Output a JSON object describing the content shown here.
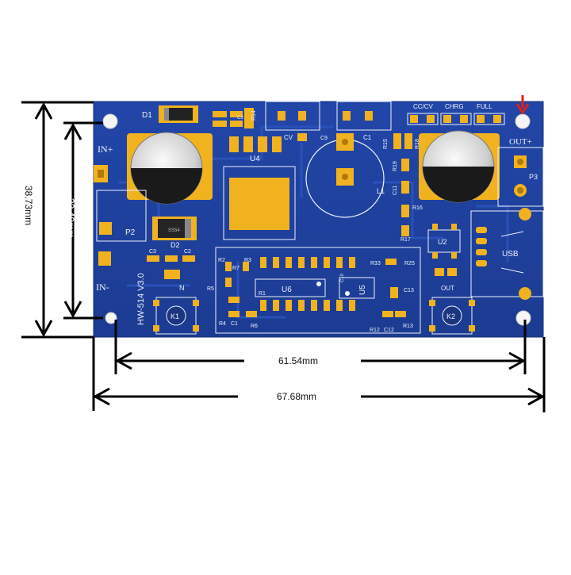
{
  "colors": {
    "board": "#1f3f9a",
    "board_edge": "#17307a",
    "trace": "#2c55c0",
    "pad": "#f0b21f",
    "silkscreen": "#eef2fa",
    "dimension_line": "#000000",
    "marker": "#e0201a"
  },
  "board": {
    "model": "HW-514 V3.0",
    "labels": {
      "in_plus": "IN+",
      "in_minus": "IN-",
      "out_plus": "OUT+",
      "usb": "USB",
      "cc_cv": "CC/CV",
      "chrg": "CHRG",
      "full": "FULL",
      "cv": "CV",
      "out": "OUT",
      "n": "N"
    },
    "components": {
      "d1": "D1",
      "d2": "D2",
      "u4": "U4",
      "u6": "U6",
      "u5": "U5",
      "u2": "U2",
      "l1": "L1",
      "p2": "P2",
      "p3": "P3",
      "k1": "K1",
      "k2": "K2",
      "c1": "C1",
      "c2": "C2",
      "c3": "C3",
      "c9": "C9",
      "c10": "C10",
      "c11": "C11",
      "c12": "C12",
      "c13": "C13",
      "r1": "R1",
      "r2": "R2",
      "r3": "R3",
      "r4": "R4",
      "r5": "R5",
      "r6": "R6",
      "r7": "R7",
      "r12": "R12",
      "r13": "R13",
      "r14": "R14",
      "r15": "R15",
      "r16": "R16",
      "r17": "R17",
      "r18": "R18",
      "r19": "R19",
      "r25": "R25",
      "r33": "R33",
      "c1_lower": "C1"
    },
    "diode_marking": "SS54"
  },
  "dimensions": {
    "board_height": "38.73mm",
    "hole_vertical": "32.49mm",
    "hole_horizontal": "61.54mm",
    "board_width": "67.68mm"
  },
  "icons": {
    "marker": "red-arrow-down-icon"
  }
}
